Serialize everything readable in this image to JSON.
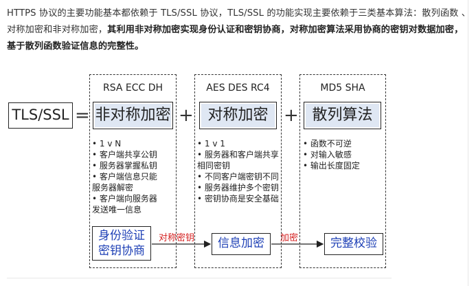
{
  "paragraph": {
    "normal": "HTTPS 协议的主要功能基本都依赖于 TLS/SSL 协议，TLS/SSL 的功能实现主要依赖于三类基本算法：散列函数 、对称加密和非对称加密，",
    "bold": "其利用非对称加密实现身份认证和密钥协商，对称加密算法采用协商的密钥对数据加密，基于散列函数验证信息的完整性。"
  },
  "diagram": {
    "tls_label": "TLS/SSL",
    "equals": "=",
    "plus": "+",
    "columns": [
      {
        "header": "RSA ECC DH",
        "title": "非对称加密",
        "features": [
          "• 1 v N",
          "• 客户端共享公钥",
          "• 服务器掌握私钥",
          "• 客户端信息只能",
          "服务器解密",
          "• 客户端向服务器",
          "发送唯一信息"
        ]
      },
      {
        "header": "AES DES RC4",
        "title": "对称加密",
        "features": [
          "• 1 v 1",
          "• 服务器和客户端共享",
          "相同密钥",
          "• 不同客户端密钥不同",
          "• 服务器维护多个密钥",
          "• 密钥协商是安全基础"
        ]
      },
      {
        "header": "MD5 SHA",
        "title": "散列算法",
        "features": [
          "• 函数不可逆",
          "• 对输入敏感",
          "• 输出长度固定"
        ]
      }
    ],
    "results": {
      "identity_line1": "身份验证",
      "identity_line2": "密钥协商",
      "info_encrypt": "信息加密",
      "integrity_check": "完整校验"
    },
    "arrow_labels": {
      "symmetric_key": "对称密钥",
      "encrypt": "加密"
    }
  }
}
